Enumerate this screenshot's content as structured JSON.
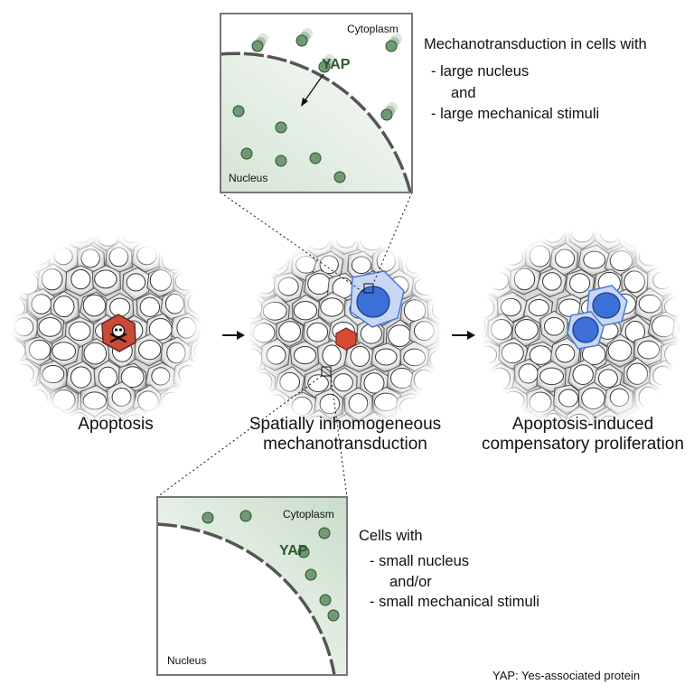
{
  "panels": {
    "left_label": "Apoptosis",
    "middle_label_line1": "Spatially inhomogeneous",
    "middle_label_line2": "mechanotransduction",
    "right_label_line1": "Apoptosis-induced",
    "right_label_line2": "compensatory proliferation"
  },
  "top_inset": {
    "cytoplasm": "Cytoplasm",
    "nucleus": "Nucleus",
    "protein": "YAP",
    "title": "Mechanotransduction in cells with",
    "items": [
      "- large nucleus",
      "and",
      "- large mechanical stimuli"
    ]
  },
  "bottom_inset": {
    "cytoplasm": "Cytoplasm",
    "nucleus": "Nucleus",
    "protein": "YAP",
    "title": "Cells with",
    "items": [
      "- small nucleus",
      "and/or",
      "- small mechanical stimuli"
    ]
  },
  "footnote": "YAP: Yes-associated protein",
  "colors": {
    "apoptotic_cell": "#c94a36",
    "yap_active_cell": "#3d6fd8",
    "yap_dot": "#6f9a72",
    "nucleus_fill": "#cfe0cf"
  },
  "icons": {
    "dead_cell": "skull-and-crossbones-icon",
    "flow": "arrow-right-icon"
  }
}
